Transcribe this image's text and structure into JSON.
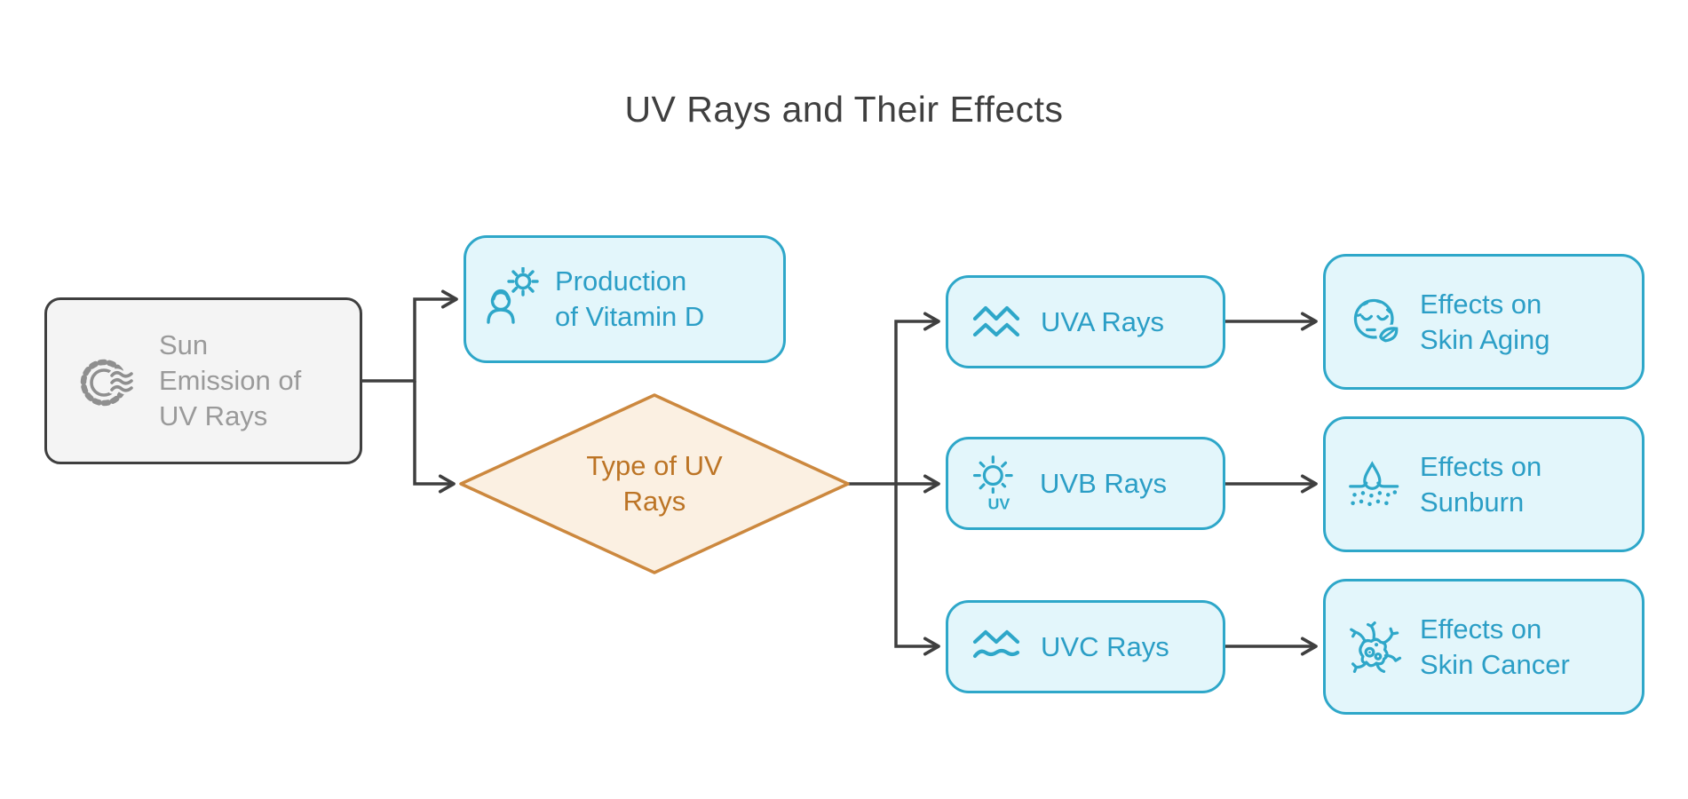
{
  "title": "UV Rays and Their Effects",
  "diagram_type": "flowchart",
  "colors": {
    "background": "#FFFFFF",
    "title_text": "#3F3F3F",
    "blue_node_fill": "#E3F6FB",
    "blue_node_border": "#2EA7C9",
    "blue_node_text": "#2B9EC6",
    "gray_node_fill": "#F4F4F4",
    "gray_node_border": "#3F3F3F",
    "gray_node_text": "#9A9A9A",
    "decision_fill": "#FBF0E2",
    "decision_border": "#CC883E",
    "decision_text": "#BC7425",
    "arrow": "#3F3F3F"
  },
  "nodes": {
    "source": {
      "label": "Sun Emission of UV Rays",
      "lines": [
        "Sun",
        "Emission of",
        "UV Rays"
      ],
      "icon": "sun-emission-icon",
      "shape": "rounded-rectangle"
    },
    "production": {
      "label": "Production of Vitamin D",
      "lines": [
        "Production",
        "of Vitamin D"
      ],
      "icon": "person-under-sun-icon",
      "shape": "rounded-rectangle"
    },
    "uv_type": {
      "label": "Type of UV Rays",
      "lines": [
        "Type of UV",
        "Rays"
      ],
      "shape": "diamond"
    },
    "uva": {
      "label": "UVA Rays",
      "lines": [
        "UVA Rays"
      ],
      "icon": "uv-waves-icon",
      "shape": "rounded-rectangle"
    },
    "uvb": {
      "label": "UVB Rays",
      "lines": [
        "UVB Rays"
      ],
      "icon": "sun-uv-rays-icon",
      "icon_text": "UV",
      "shape": "rounded-rectangle"
    },
    "uvc": {
      "label": "UVC Rays",
      "lines": [
        "UVC Rays"
      ],
      "icon": "uv-waves-icon",
      "shape": "rounded-rectangle"
    },
    "skin_aging": {
      "label": "Effects on Skin Aging",
      "lines": [
        "Effects on",
        "Skin Aging"
      ],
      "icon": "aged-face-leaf-icon",
      "shape": "rounded-rectangle"
    },
    "sunburn": {
      "label": "Effects on Sunburn",
      "lines": [
        "Effects on",
        "Sunburn"
      ],
      "icon": "skin-droplet-burn-icon",
      "shape": "rounded-rectangle"
    },
    "skin_cancer": {
      "label": "Effects on Skin Cancer",
      "lines": [
        "Effects on",
        "Skin Cancer"
      ],
      "icon": "cancer-cell-icon",
      "shape": "rounded-rectangle"
    }
  },
  "edges": [
    {
      "from": "Sun Emission of UV Rays",
      "to": "Production of Vitamin D"
    },
    {
      "from": "Sun Emission of UV Rays",
      "to": "Type of UV Rays"
    },
    {
      "from": "Type of UV Rays",
      "to": "UVA Rays"
    },
    {
      "from": "Type of UV Rays",
      "to": "UVB Rays"
    },
    {
      "from": "Type of UV Rays",
      "to": "UVC Rays"
    },
    {
      "from": "UVA Rays",
      "to": "Effects on Skin Aging"
    },
    {
      "from": "UVB Rays",
      "to": "Effects on Sunburn"
    },
    {
      "from": "UVC Rays",
      "to": "Effects on Skin Cancer"
    }
  ]
}
